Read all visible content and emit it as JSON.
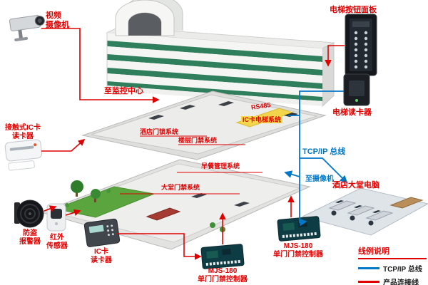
{
  "labels": {
    "video_camera": "视频\n摄像机",
    "to_monitoring_center": "至监控中心",
    "elevator_button_panel": "电梯按钮面板",
    "elevator_card_reader": "电梯读卡器",
    "hotel_door_lock_system": "酒店门锁系统",
    "floor_access_system": "楼层门禁系统",
    "rs485": "RS485",
    "ic_card_elevator_system": "IC卡电梯系统",
    "tcpip_bus": "TCP/IP 总线",
    "to_camera": "至摄像机",
    "hotel_lobby_computer": "酒店大堂电脑",
    "contact_ic_card_reader": "接触式IC卡\n读卡器",
    "burglar_alarm": "防盗\n报警器",
    "infrared_sensor": "红外\n传感器",
    "ic_card_reader": "IC卡\n读卡器",
    "breakfast_management_system": "早餐管理系统",
    "lobby_access_system": "大堂门禁系统",
    "controller_1": "MJS-180\n单门门禁控制器",
    "controller_2": "MJS-180\n单门门禁控制器"
  },
  "legend": {
    "title": "线例说明",
    "items": [
      {
        "label": "TCP/IP 总线",
        "color": "#0077c8"
      },
      {
        "label": "产品连接线",
        "color": "#e10000"
      }
    ]
  },
  "colors": {
    "label_red": "#e10000",
    "bus_blue": "#0077c8",
    "building_green": "#2f7e5c"
  }
}
